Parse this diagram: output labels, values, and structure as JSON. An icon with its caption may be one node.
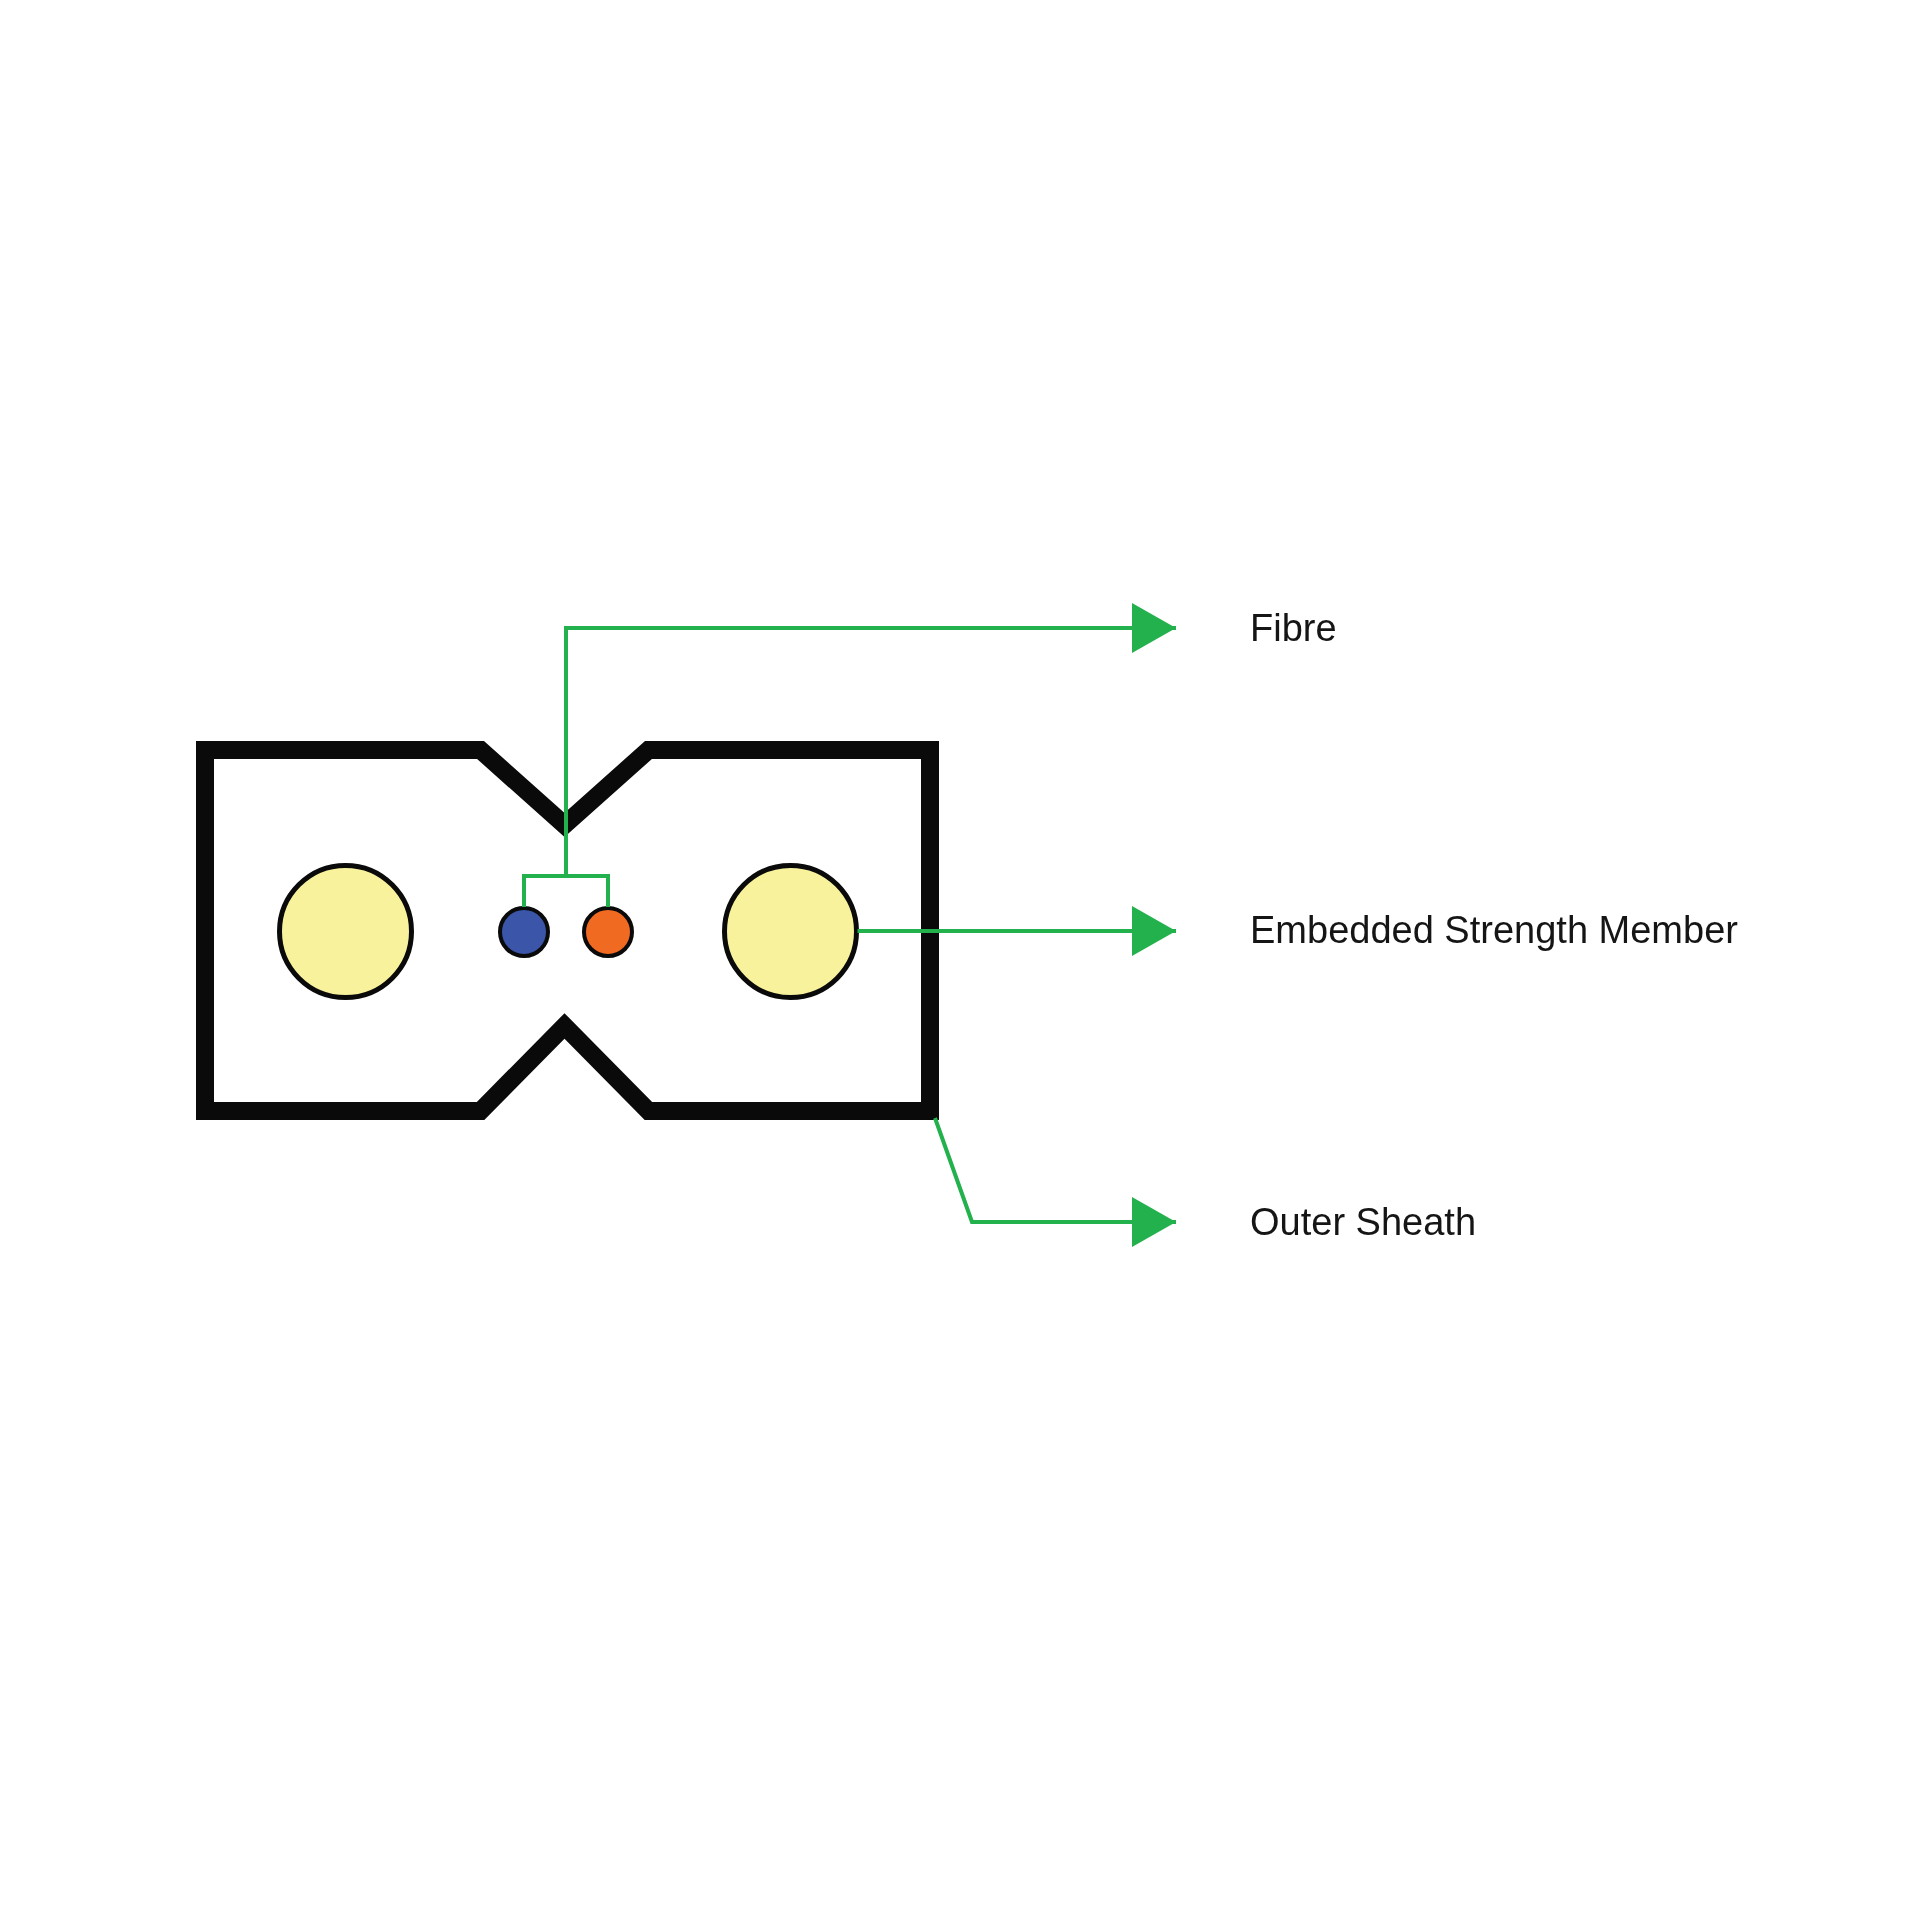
{
  "diagram": {
    "nodes": [
      {
        "text": [],
        "shape": "box"
      },
      {
        "text": [],
        "shape": "circle",
        "in": 0
      },
      {
        "text": [],
        "shape": "circle",
        "in": 0
      },
      {
        "text": [],
        "shape": "circle",
        "in": 0
      },
      {
        "text": [],
        "shape": "circle",
        "in": 0
      },
      {
        "text": [
          "Fibre"
        ]
      },
      {
        "text": [
          "Embedded Strength Member"
        ]
      },
      {
        "text": [
          "Outer Sheath"
        ]
      }
    ],
    "edges": [
      {
        "from": 2,
        "to": 5,
        "arrow": "to"
      },
      {
        "from": 3,
        "to": 5,
        "arrow": "to"
      },
      {
        "from": 4,
        "to": 6,
        "arrow": "to"
      },
      {
        "from": 0,
        "to": 7,
        "arrow": "to"
      }
    ]
  }
}
